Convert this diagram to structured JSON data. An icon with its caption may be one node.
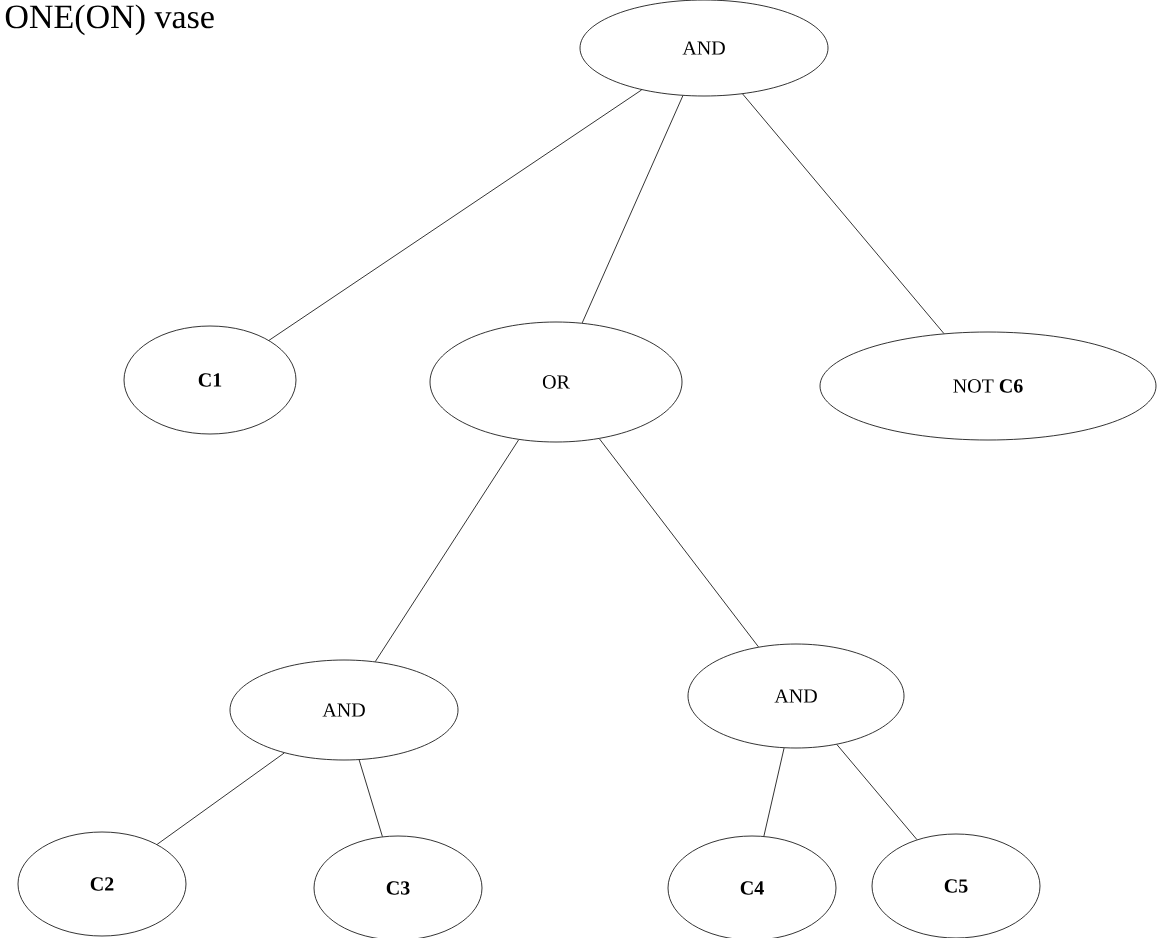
{
  "diagram": {
    "nodes": [
      {
        "text": [
          "AND"
        ]
      },
      {
        "text": [
          "C1"
        ]
      },
      {
        "text": [
          "OR"
        ]
      },
      {
        "text": [
          "NOT **C6**"
        ]
      },
      {
        "text": [
          "AND"
        ]
      },
      {
        "text": [
          "AND"
        ]
      },
      {
        "text": [
          "C2"
        ]
      },
      {
        "text": [
          "C3"
        ]
      },
      {
        "text": [
          "C4"
        ]
      },
      {
        "text": [
          "C5"
        ]
      }
    ],
    "edges": [
      {
        "from": 0,
        "to": 1,
        "arrow": "none"
      },
      {
        "from": 0,
        "to": 2,
        "arrow": "none"
      },
      {
        "from": 0,
        "to": 3,
        "arrow": "none"
      },
      {
        "from": 2,
        "to": 4,
        "arrow": "none"
      },
      {
        "from": 2,
        "to": 5,
        "arrow": "none"
      },
      {
        "from": 4,
        "to": 6,
        "arrow": "none"
      },
      {
        "from": 4,
        "to": 7,
        "arrow": "none"
      },
      {
        "from": 5,
        "to": 8,
        "arrow": "none"
      },
      {
        "from": 5,
        "to": 9,
        "arrow": "none"
      }
    ],
    "labels": [
      "ONE(ON) vase"
    ]
  }
}
